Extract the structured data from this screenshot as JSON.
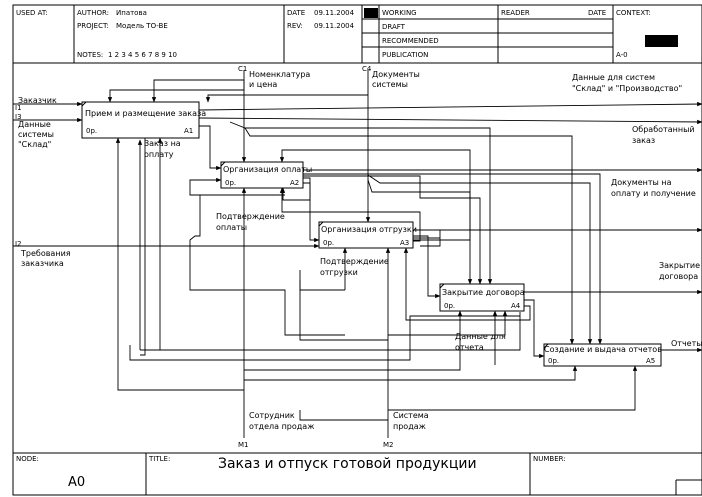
{
  "header": {
    "used_at_label": "USED AT:",
    "author_label": "AUTHOR:",
    "author": "Ипатова",
    "project_label": "PROJECT:",
    "project": "Модель TO-BE",
    "notes_label": "NOTES:",
    "notes": "1  2  3  4  5  6  7  8  9  10",
    "date_label": "DATE",
    "date": "09.11.2004",
    "rev_label": "REV:",
    "rev": "09.11.2004",
    "status": [
      "WORKING",
      "DRAFT",
      "RECOMMENDED",
      "PUBLICATION"
    ],
    "reader_label": "READER",
    "reader_date_label": "DATE",
    "context_label": "CONTEXT:",
    "context_node": "A-0"
  },
  "footer": {
    "node_label": "NODE:",
    "node": "A0",
    "title_label": "TITLE:",
    "title": "Заказ и отпуск готовой продукции",
    "number_label": "NUMBER:"
  },
  "boxes": [
    {
      "label": "Прием и размещение заказа",
      "cost": "0р.",
      "id": "A1"
    },
    {
      "label": "Организация оплаты",
      "cost": "0р.",
      "id": "A2"
    },
    {
      "label": "Организация отгрузки",
      "cost": "0р.",
      "id": "A3"
    },
    {
      "label": "Закрытие договора",
      "cost": "0р.",
      "id": "A4"
    },
    {
      "label": "Создание и выдача отчетов",
      "cost": "0р.",
      "id": "A5"
    }
  ],
  "labels": {
    "c1_code": "C1",
    "c1_line1": "Номенклатура",
    "c1_line2": "и цена",
    "c4_code": "C4",
    "c4_line1": "Документы",
    "c4_line2": "системы",
    "i1_code": "I1",
    "i1_text": "Заказчик",
    "i3_code": "I3",
    "i3_line1": "Данные",
    "i3_line2": "системы",
    "i3_line3": "\"Склад\"",
    "i2_code": "I2",
    "i2_line1": "Требования",
    "i2_line2": "заказчика",
    "o_data_line1": "Данные для систем",
    "o_data_line2": "\"Склад\" и \"Производство\"",
    "o_processed_line1": "Обработанный",
    "o_processed_line2": "заказ",
    "o_docs_line1": "Документы на",
    "o_docs_line2": "оплату и получение",
    "o_closed_line1": "Закрытие",
    "o_closed_line2": "договора",
    "o_reports": "Отчеты",
    "order_pay_line1": "Заказ на",
    "order_pay_line2": "оплату",
    "confirm_pay_line1": "Подтверждение",
    "confirm_pay_line2": "оплаты",
    "confirm_ship_line1": "Подтверждение",
    "confirm_ship_line2": "отгрузки",
    "report_data_line1": "Данные для",
    "report_data_line2": "отчета",
    "m1_line1": "Сотрудник",
    "m1_line2": "отдела продаж",
    "m1_code": "M1",
    "m2_line1": "Система",
    "m2_line2": "продаж",
    "m2_code": "M2"
  }
}
